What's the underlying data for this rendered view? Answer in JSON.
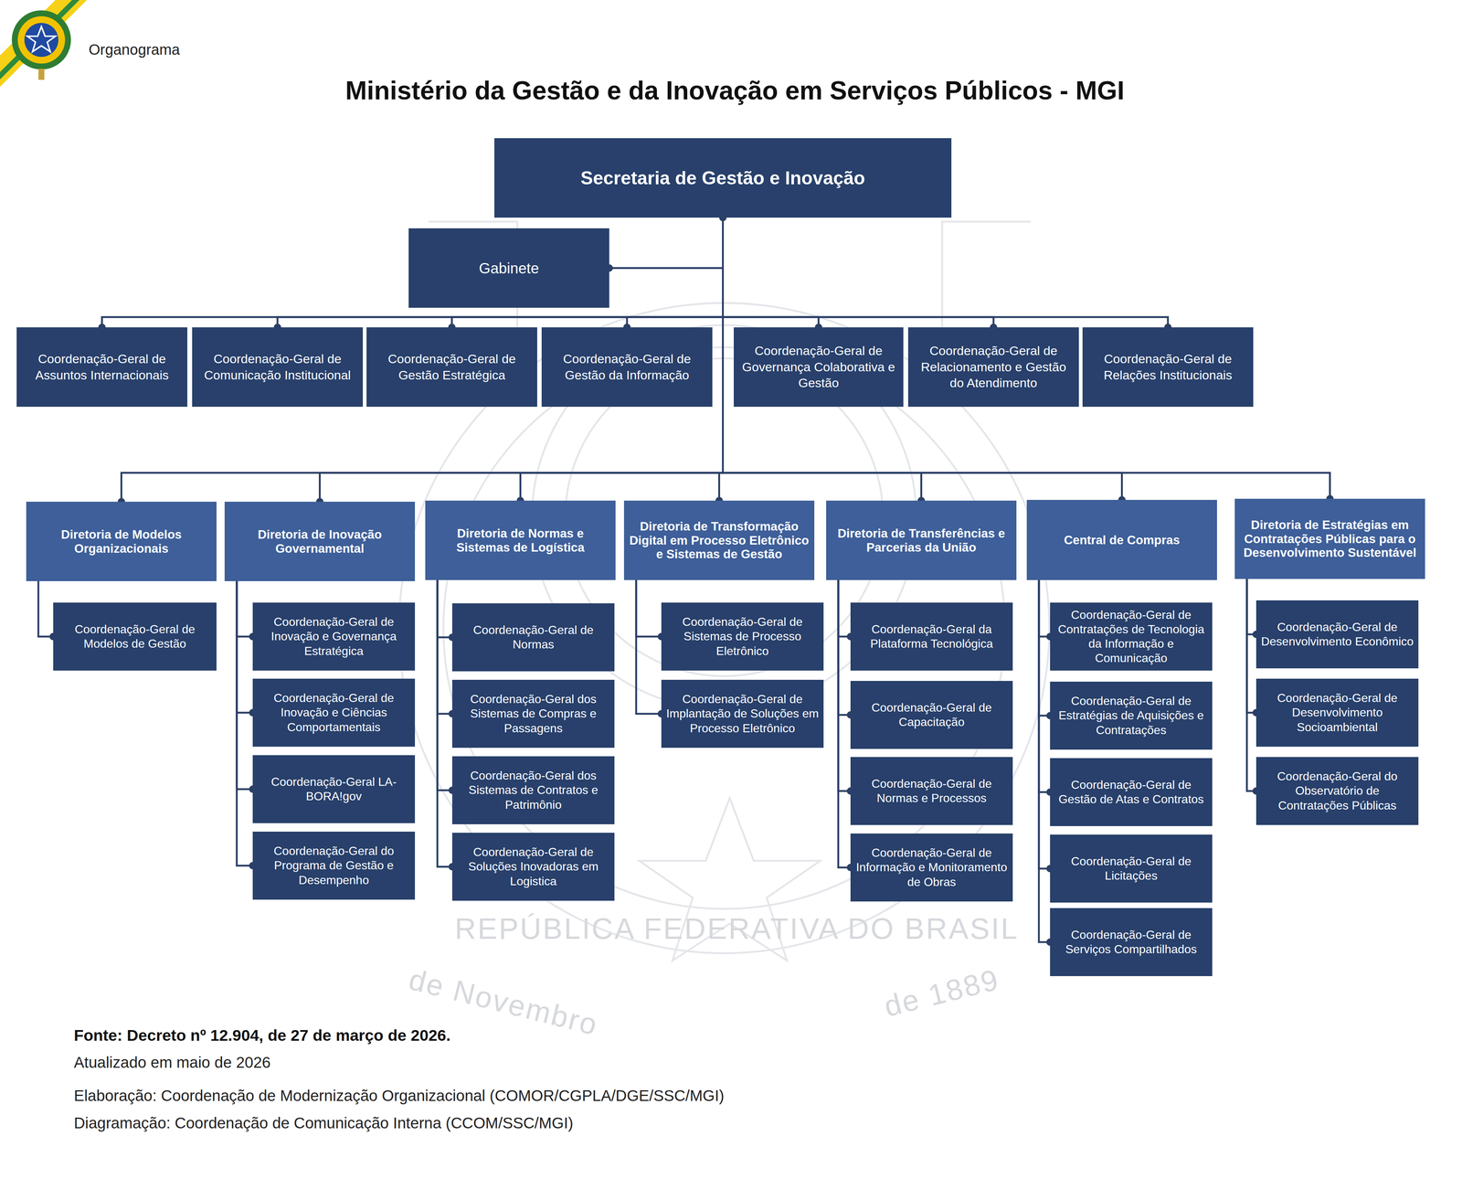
{
  "diagram": {
    "title": "Ministério da Gestão e da Inovação em Serviços Públicos - MGI",
    "nodes": [
      {
        "text": [
          "Secretaria de Gestão e Inovação"
        ]
      },
      {
        "text": [
          "Gabinete"
        ]
      },
      {
        "text": [
          "Coordenação-Geral de Assuntos Internacionais"
        ]
      },
      {
        "text": [
          "Coordenação-Geral de Comunicação Institucional"
        ]
      },
      {
        "text": [
          "Coordenação-Geral de Gestão Estratégica"
        ]
      },
      {
        "text": [
          "Coordenação-Geral de Gestão da Informação"
        ]
      },
      {
        "text": [
          "Coordenação-Geral de Governança Colaborativa e Gestão"
        ]
      },
      {
        "text": [
          "Coordenação-Geral de Relacionamento e Gestão do Atendimento"
        ]
      },
      {
        "text": [
          "Coordenação-Geral de Relações Institucionais"
        ]
      },
      {
        "text": [
          "Diretoria de Modelos Organizacionais"
        ]
      },
      {
        "text": [
          "Coordenação-Geral de Modelos de Gestão"
        ]
      },
      {
        "text": [
          "Diretoria de Inovação Governamental"
        ]
      },
      {
        "text": [
          "Coordenação-Geral de Inovação e Governança Estratégica"
        ]
      },
      {
        "text": [
          "Coordenação-Geral de Inovação e Ciências Comportamentais"
        ]
      },
      {
        "text": [
          "Coordenação-Geral LA-BORA!gov"
        ]
      },
      {
        "text": [
          "Coordenação-Geral do Programa de Gestão e Desempenho"
        ]
      },
      {
        "text": [
          "Diretoria de Normas e Sistemas de Logística"
        ]
      },
      {
        "text": [
          "Coordenação-Geral de Normas"
        ]
      },
      {
        "text": [
          "Coordenação-Geral dos Sistemas de Compras e Passagens"
        ]
      },
      {
        "text": [
          "Coordenação-Geral dos Sistemas de Contratos e Patrimônio"
        ]
      },
      {
        "text": [
          "Coordenação-Geral de Soluções Inovadoras em Logistica"
        ]
      },
      {
        "text": [
          "Diretoria de Transformação Digital em Processo Eletrônico e Sistemas de Gestão"
        ]
      },
      {
        "text": [
          "Coordenação-Geral de Sistemas de Processo Eletrônico"
        ]
      },
      {
        "text": [
          "Coordenação-Geral de Implantação de Soluções em Processo Eletrônico"
        ]
      },
      {
        "text": [
          "Diretoria de Transferências e Parcerias da União"
        ]
      },
      {
        "text": [
          "Coordenação-Geral da Plataforma Tecnológica"
        ]
      },
      {
        "text": [
          "Coordenação-Geral de Capacitação"
        ]
      },
      {
        "text": [
          "Coordenação-Geral de Normas e Processos"
        ]
      },
      {
        "text": [
          "Coordenação-Geral de Informação e Monitoramento de Obras"
        ]
      },
      {
        "text": [
          "Central de Compras"
        ]
      },
      {
        "text": [
          "Coordenação-Geral de Contratações de Tecnologia da Informação e Comunicação"
        ]
      },
      {
        "text": [
          "Coordenação-Geral de Estratégias de Aquisições e Contratações"
        ]
      },
      {
        "text": [
          "Coordenação-Geral de Gestão de Atas e Contratos"
        ]
      },
      {
        "text": [
          "Coordenação-Geral de Licitações"
        ]
      },
      {
        "text": [
          "Coordenação-Geral de Serviços Compartilhados"
        ]
      },
      {
        "text": [
          "Diretoria de Estratégias em Contratações Públicas para o Desenvolvimento Sustentável"
        ]
      },
      {
        "text": [
          "Coordenação-Geral de Desenvolvimento Econômico"
        ]
      },
      {
        "text": [
          "Coordenação-Geral de Desenvolvimento Socioambiental"
        ]
      },
      {
        "text": [
          "Coordenação-Geral do Observatório de Contratações Públicas"
        ]
      }
    ],
    "edges": [
      {
        "from": 0,
        "to": 1,
        "arrow": "none"
      },
      {
        "from": 0,
        "to": 2,
        "arrow": "none"
      },
      {
        "from": 0,
        "to": 3,
        "arrow": "none"
      },
      {
        "from": 0,
        "to": 4,
        "arrow": "none"
      },
      {
        "from": 0,
        "to": 5,
        "arrow": "none"
      },
      {
        "from": 0,
        "to": 6,
        "arrow": "none"
      },
      {
        "from": 0,
        "to": 7,
        "arrow": "none"
      },
      {
        "from": 0,
        "to": 8,
        "arrow": "none"
      },
      {
        "from": 0,
        "to": 9,
        "arrow": "none"
      },
      {
        "from": 0,
        "to": 11,
        "arrow": "none"
      },
      {
        "from": 0,
        "to": 16,
        "arrow": "none"
      },
      {
        "from": 0,
        "to": 21,
        "arrow": "none"
      },
      {
        "from": 0,
        "to": 24,
        "arrow": "none"
      },
      {
        "from": 0,
        "to": 29,
        "arrow": "none"
      },
      {
        "from": 0,
        "to": 35,
        "arrow": "none"
      },
      {
        "from": 9,
        "to": 10,
        "arrow": "none"
      },
      {
        "from": 11,
        "to": 12,
        "arrow": "none"
      },
      {
        "from": 11,
        "to": 13,
        "arrow": "none"
      },
      {
        "from": 11,
        "to": 14,
        "arrow": "none"
      },
      {
        "from": 11,
        "to": 15,
        "arrow": "none"
      },
      {
        "from": 16,
        "to": 17,
        "arrow": "none"
      },
      {
        "from": 16,
        "to": 18,
        "arrow": "none"
      },
      {
        "from": 16,
        "to": 19,
        "arrow": "none"
      },
      {
        "from": 16,
        "to": 20,
        "arrow": "none"
      },
      {
        "from": 21,
        "to": 22,
        "arrow": "none"
      },
      {
        "from": 21,
        "to": 23,
        "arrow": "none"
      },
      {
        "from": 24,
        "to": 25,
        "arrow": "none"
      },
      {
        "from": 24,
        "to": 26,
        "arrow": "none"
      },
      {
        "from": 24,
        "to": 27,
        "arrow": "none"
      },
      {
        "from": 24,
        "to": 28,
        "arrow": "none"
      },
      {
        "from": 29,
        "to": 30,
        "arrow": "none"
      },
      {
        "from": 29,
        "to": 31,
        "arrow": "none"
      },
      {
        "from": 29,
        "to": 32,
        "arrow": "none"
      },
      {
        "from": 29,
        "to": 33,
        "arrow": "none"
      },
      {
        "from": 29,
        "to": 34,
        "arrow": "none"
      },
      {
        "from": 35,
        "to": 36,
        "arrow": "none"
      },
      {
        "from": 35,
        "to": 37,
        "arrow": "none"
      },
      {
        "from": 35,
        "to": 38,
        "arrow": "none"
      }
    ],
    "labels": [
      "Organograma",
      "Fonte: Decreto nº 12.904, de 27 de março de 2026.",
      "Atualizado em maio de 2026",
      "Elaboração: Coordenação de Modernização Organizacional (COMOR/CGPLA/DGE/SSC/MGI)",
      "Diagramação: Coordenação de Comunicação Interna (CCOM/SSC/MGI)",
      "REPÚBLICA FEDERATIVA DO BRASIL",
      "de Novembro",
      "de 1889"
    ]
  }
}
